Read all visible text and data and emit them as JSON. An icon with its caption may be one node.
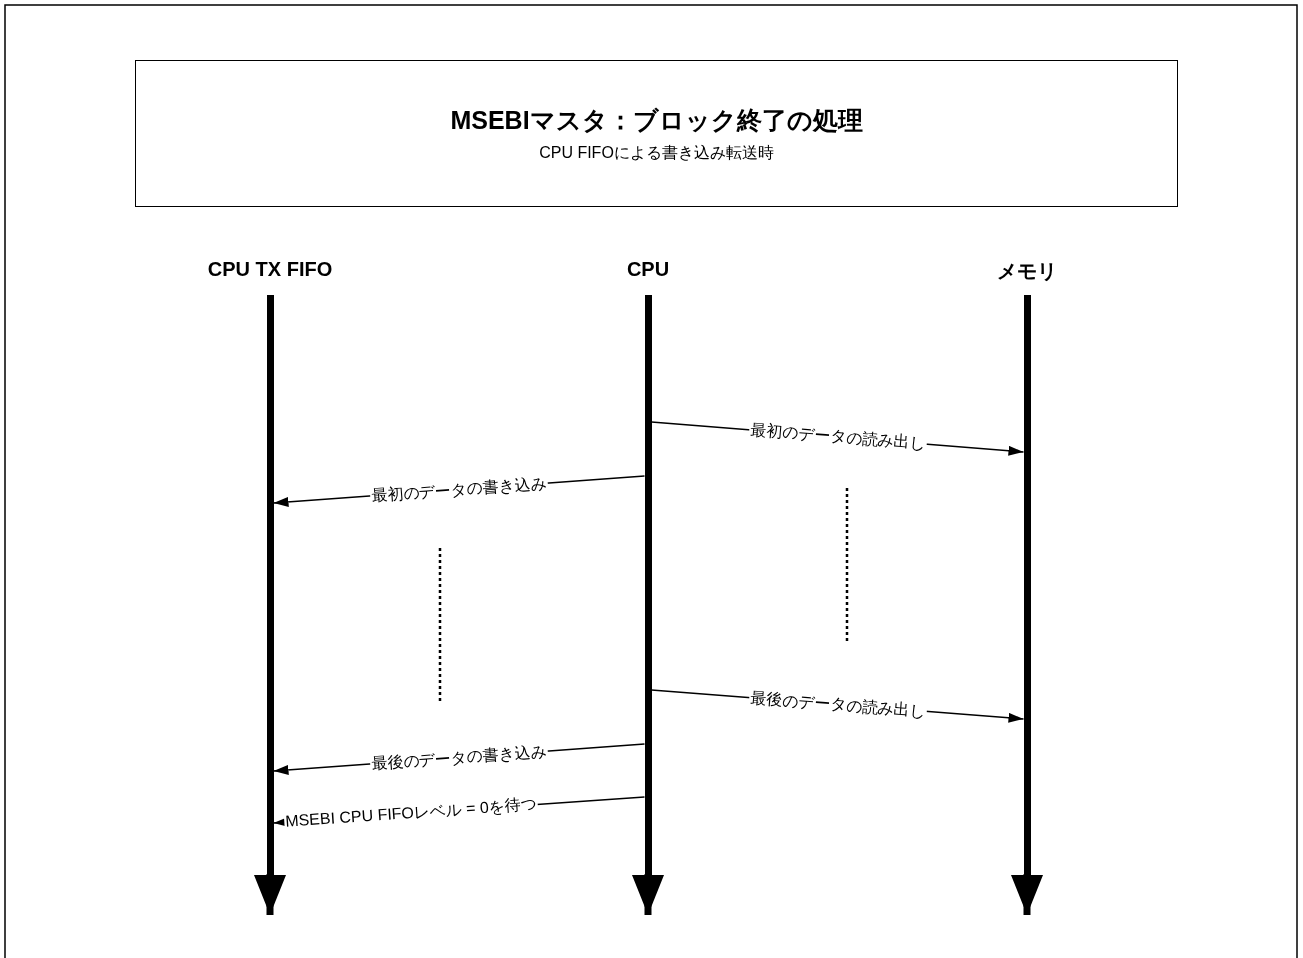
{
  "diagram": {
    "nodes": [
      {
        "text": [
          "MSEBIマスタ：ブロック終了の処理",
          "CPU FIFOによる書き込み転送時"
        ]
      },
      {
        "text": [],
        "shape": "bar",
        "beside": [
          "CPU TX FIFO"
        ]
      },
      {
        "text": [],
        "shape": "bar",
        "beside": [
          "CPU"
        ]
      },
      {
        "text": [],
        "shape": "bar",
        "beside": [
          "メモリ"
        ]
      }
    ],
    "edges": [
      {
        "from": 1,
        "to": null,
        "arrow": "to",
        "style": "thick"
      },
      {
        "from": 2,
        "to": null,
        "arrow": "to",
        "style": "thick"
      },
      {
        "from": 3,
        "to": null,
        "arrow": "to",
        "style": "thick"
      },
      {
        "from": 2,
        "to": 3,
        "arrow": "to",
        "label": "最初のデータの読み出し"
      },
      {
        "from": 2,
        "to": 1,
        "arrow": "to",
        "label": "最初のデータの書き込み"
      },
      {
        "from": 2,
        "to": 3,
        "arrow": "to",
        "label": "最後のデータの読み出し"
      },
      {
        "from": 2,
        "to": 1,
        "arrow": "to",
        "label": "最後のデータの書き込み"
      },
      {
        "from": 2,
        "to": 1,
        "arrow": "to",
        "label": "MSEBI CPU FIFOレベル = 0を待つ"
      }
    ]
  }
}
